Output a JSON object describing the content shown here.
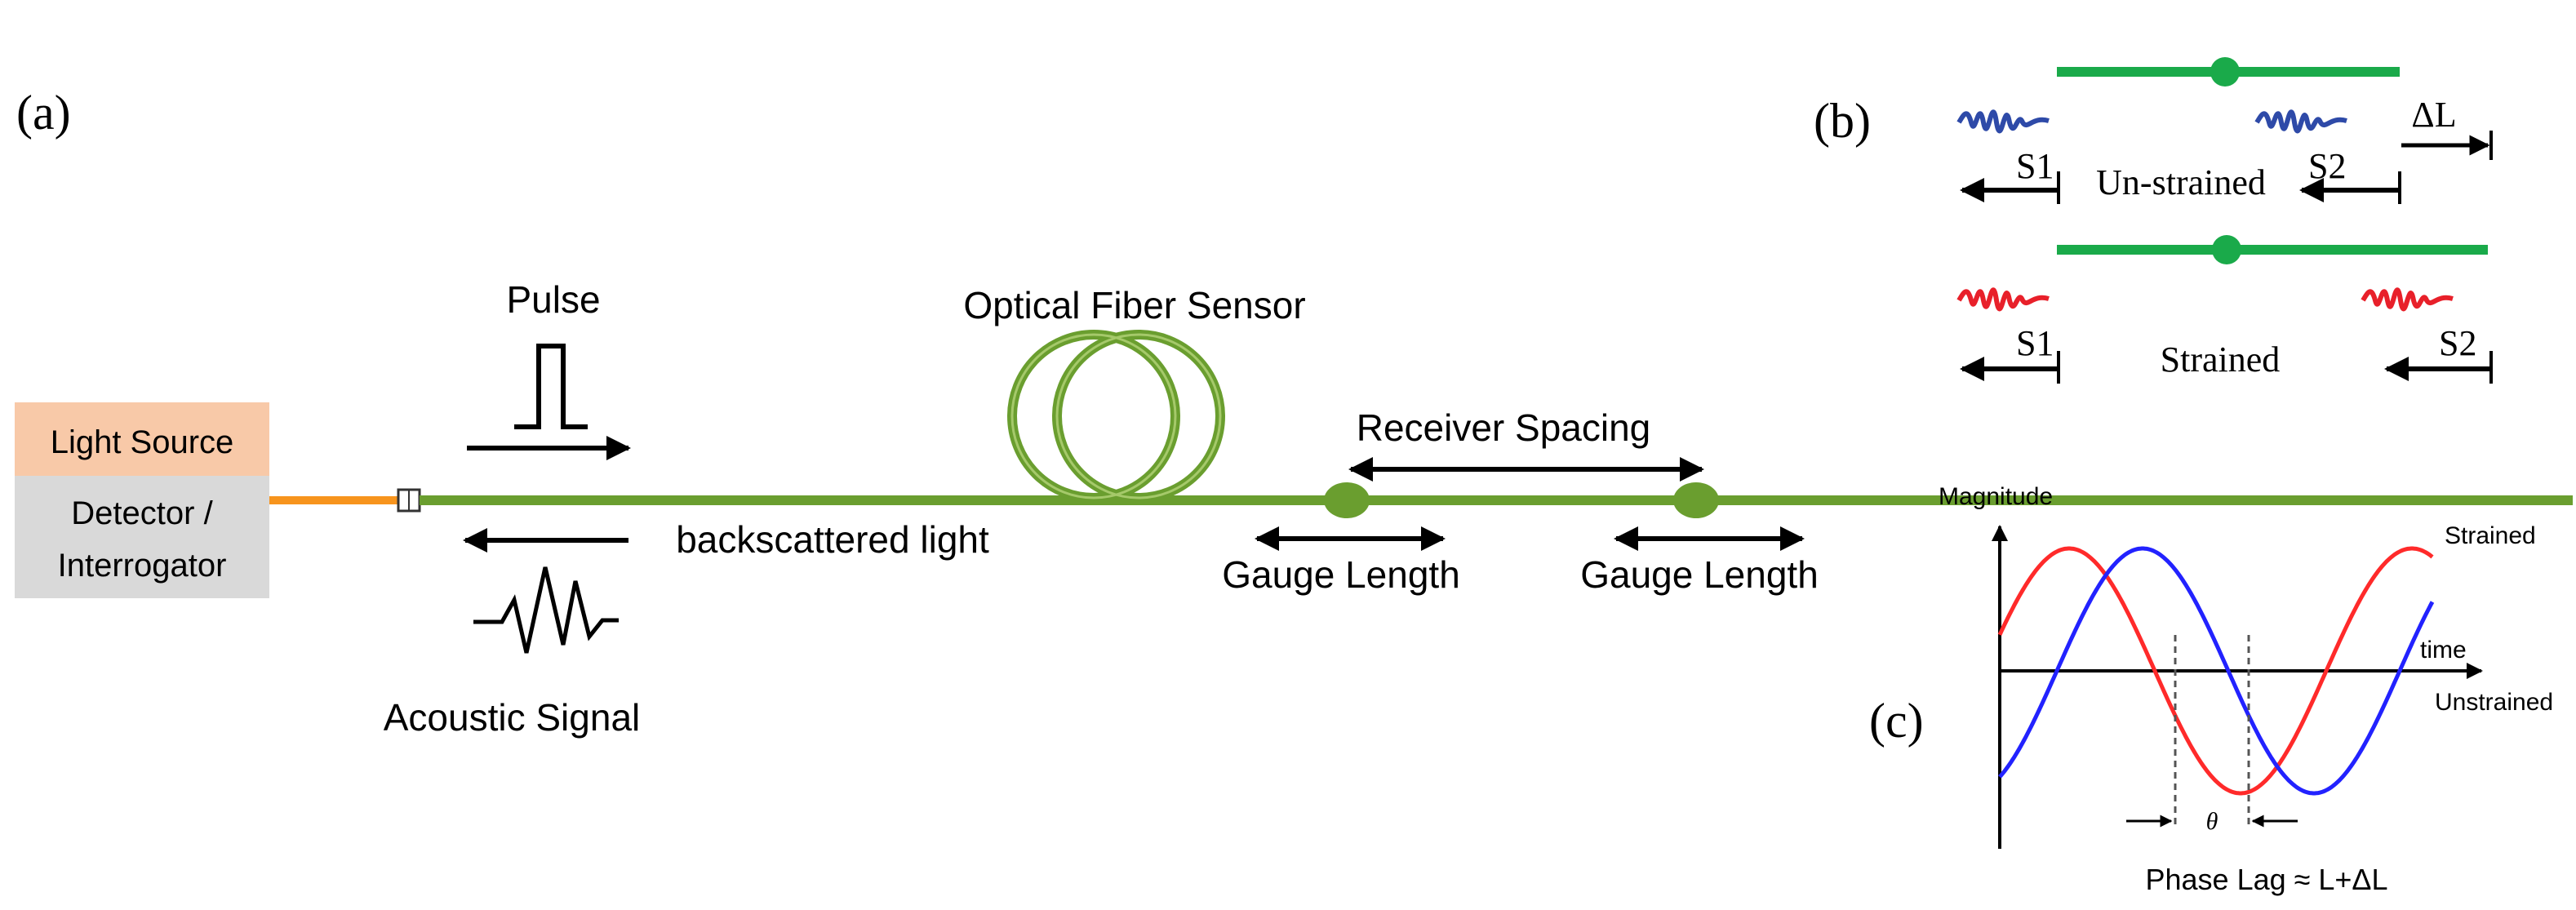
{
  "panel_labels": {
    "a": "(a)",
    "b": "(b)",
    "c": "(c)"
  },
  "panel_a": {
    "light_source": "Light Source",
    "detector_line1": "Detector /",
    "detector_line2": "Interrogator",
    "pulse": "Pulse",
    "optical_fiber_sensor": "Optical Fiber Sensor",
    "receiver_spacing": "Receiver Spacing",
    "backscattered_light": "backscattered light",
    "gauge_length_1": "Gauge Length",
    "gauge_length_2": "Gauge Length",
    "acoustic_signal": "Acoustic Signal"
  },
  "panel_b": {
    "s1_top": "S1",
    "s2_top": "S2",
    "un_strained": "Un-strained",
    "delta_l": "ΔL",
    "s1_bottom": "S1",
    "s2_bottom": "S2",
    "strained": "Strained"
  },
  "panel_c": {
    "magnitude": "Magnitude",
    "strained": "Strained",
    "time": "time",
    "unstrained": "Unstrained",
    "theta": "θ",
    "phase_lag": "Phase Lag ≈ L+ΔL"
  },
  "colors": {
    "fiber_green": "#6a9e2f",
    "sensor_green": "#1aaa4a",
    "lead_orange": "#f7941d",
    "light_source_fill": "#f8c9a8",
    "detector_fill": "#d9d9d9",
    "blue_wave": "#2e4aa8",
    "red_wave": "#e8202a",
    "unstrained_curve": "#2222ff",
    "strained_curve": "#ff2a2a"
  }
}
